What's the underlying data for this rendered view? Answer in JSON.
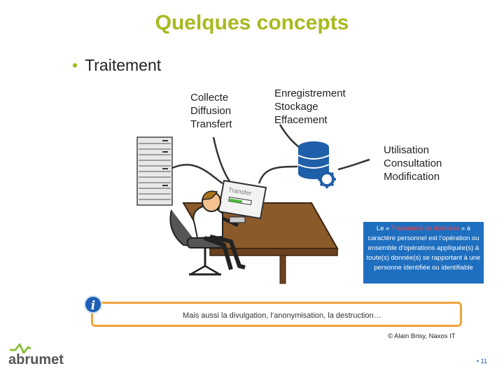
{
  "slide": {
    "title": "Quelques concepts",
    "bullet": "Traitement",
    "group1": [
      "Collecte",
      "Diffusion",
      "Transfert"
    ],
    "group2": [
      "Enregistrement",
      "Stockage",
      "Effacement"
    ],
    "group3": [
      "Utilisation",
      "Consultation",
      "Modification"
    ],
    "screen_label": "Transfer",
    "infobox": {
      "prefix": "Le « ",
      "highlight": "Traitement de données",
      "suffix": " » à caractère personnel est l’opération ou ensemble d’opérations appliquée(s) à toute(s) donnée(s) se rapportant à une personne identifiée ou identifiable"
    },
    "note": "Mais aussi la divulgation, l’anonymisation, la destruction…",
    "copyright": "© Alain Brisy, Naxos IT",
    "logo_text": "abrumet",
    "page_number": "11",
    "page_prefix": "•"
  },
  "colors": {
    "title": "#a9b91f",
    "infobox_bg": "#1f6fc0",
    "note_border": "#f0a23c",
    "logo_green": "#8fbf3f",
    "logo_gray": "#555555"
  }
}
